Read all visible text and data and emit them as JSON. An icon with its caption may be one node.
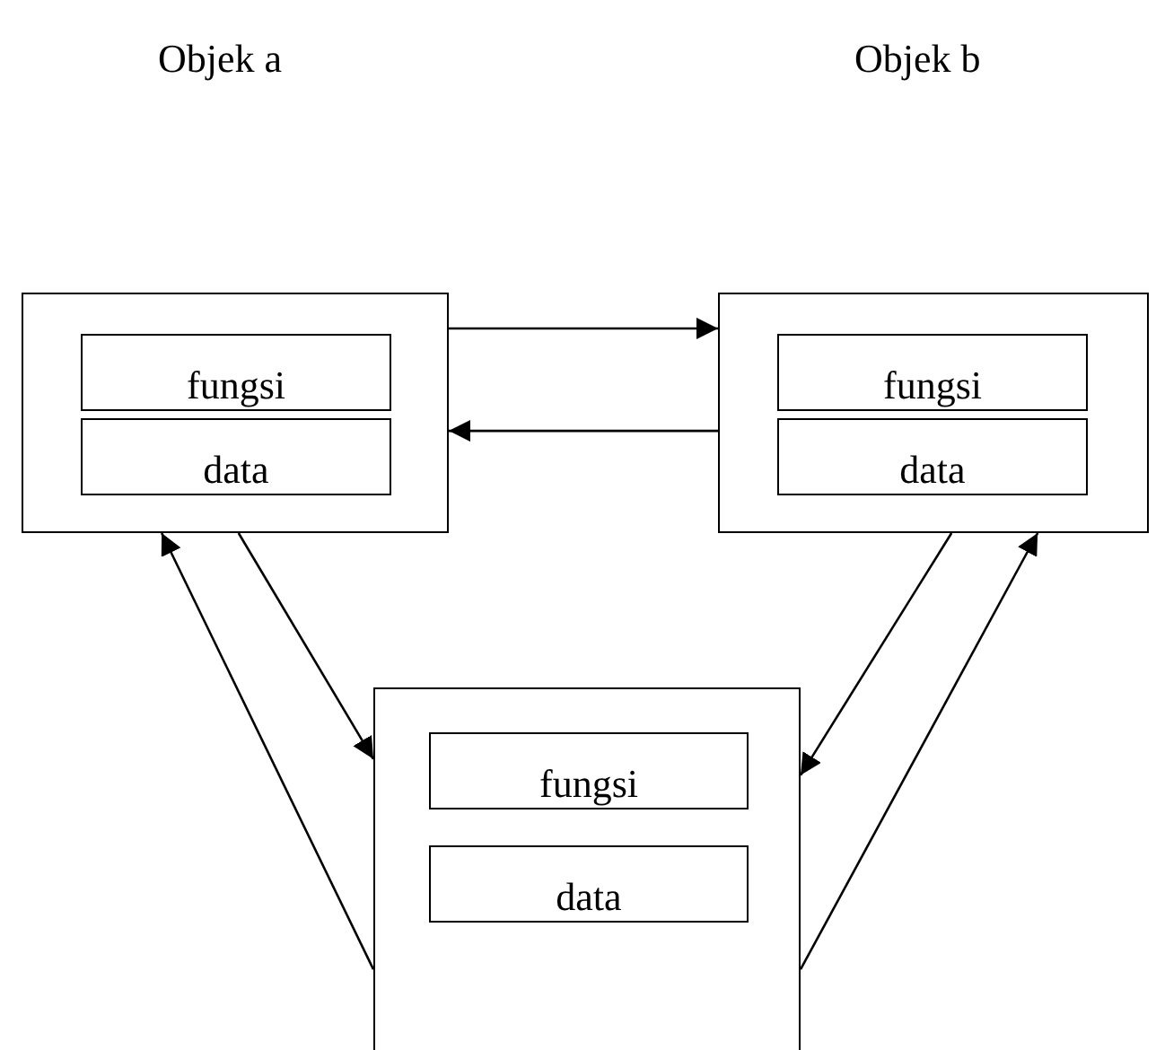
{
  "diagram": {
    "nodes": [
      {
        "text": [],
        "shape": "box"
      },
      {
        "text": [
          "fungsi"
        ],
        "in": 0
      },
      {
        "text": [
          "data"
        ],
        "in": 0
      },
      {
        "text": [],
        "shape": "box"
      },
      {
        "text": [
          "fungsi"
        ],
        "in": 3
      },
      {
        "text": [
          "data"
        ],
        "in": 3
      },
      {
        "text": [],
        "shape": "box"
      },
      {
        "text": [
          "fungsi"
        ],
        "in": 6
      },
      {
        "text": [
          "data"
        ],
        "in": 6
      }
    ],
    "edges": [
      {
        "from": 0,
        "to": 3,
        "arrow": "to"
      },
      {
        "from": 3,
        "to": 0,
        "arrow": "to"
      },
      {
        "from": 0,
        "to": 6,
        "arrow": "to"
      },
      {
        "from": 6,
        "to": 0,
        "arrow": "to"
      },
      {
        "from": 3,
        "to": 6,
        "arrow": "to"
      },
      {
        "from": 6,
        "to": 3,
        "arrow": "to"
      }
    ],
    "labels": [
      "Objek a",
      "Objek b"
    ]
  }
}
